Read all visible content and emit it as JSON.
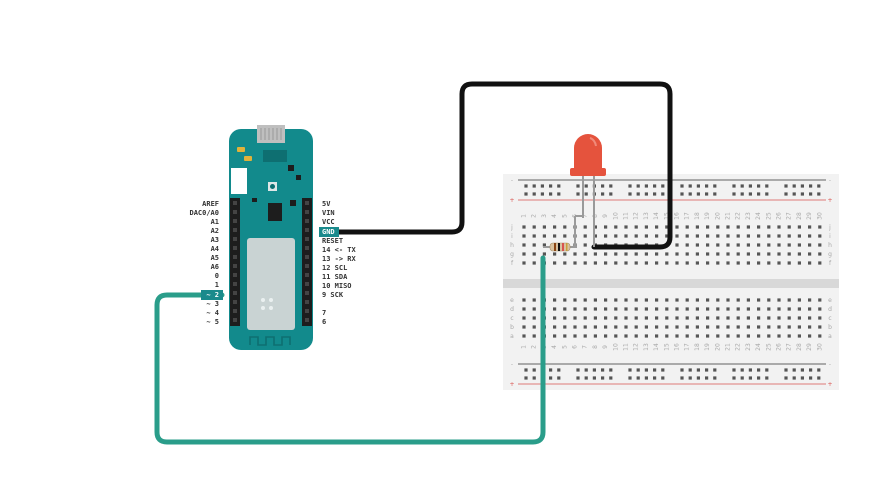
{
  "diagram": {
    "colors": {
      "board": "#128a8c",
      "board_dark": "#0e6f71",
      "wire_black": "#111111",
      "wire_teal": "#2a9d8a",
      "highlight": "#1a8a8c",
      "led": "#e5533d",
      "rail_red": "#d9534f",
      "breadboard": "#f2f2f2"
    },
    "board": {
      "left_pins": [
        "AREF",
        "DAC0/A0",
        "A1",
        "A2",
        "A3",
        "A4",
        "A5",
        "A6",
        "0",
        "1",
        "~ 2",
        "~ 3",
        "~ 4",
        "~ 5"
      ],
      "right_pins": [
        "5V",
        "VIN",
        "VCC",
        "GND",
        "RESET",
        "14 <- TX",
        "13 -> RX",
        "12 SCL",
        "11 SDA",
        "10 MISO",
        "9 SCK",
        "",
        "7",
        "6"
      ],
      "highlighted_left": "~ 2",
      "highlighted_right": "GND"
    },
    "breadboard": {
      "top_row_letters": [
        "j",
        "i",
        "h",
        "g",
        "f"
      ],
      "bottom_row_letters": [
        "e",
        "d",
        "c",
        "b",
        "a"
      ],
      "rail_signs": [
        "-",
        "+"
      ],
      "column_numbers": [
        "1",
        "2",
        "3",
        "4",
        "5",
        "6",
        "7",
        "8",
        "9",
        "10",
        "11",
        "12",
        "13",
        "14",
        "15",
        "16",
        "17",
        "18",
        "19",
        "20",
        "21",
        "22",
        "23",
        "24",
        "25",
        "26",
        "27",
        "28",
        "29",
        "30"
      ]
    },
    "icons": [
      "led-icon",
      "resistor-icon",
      "usb-connector-icon",
      "wifi-module-icon"
    ]
  }
}
